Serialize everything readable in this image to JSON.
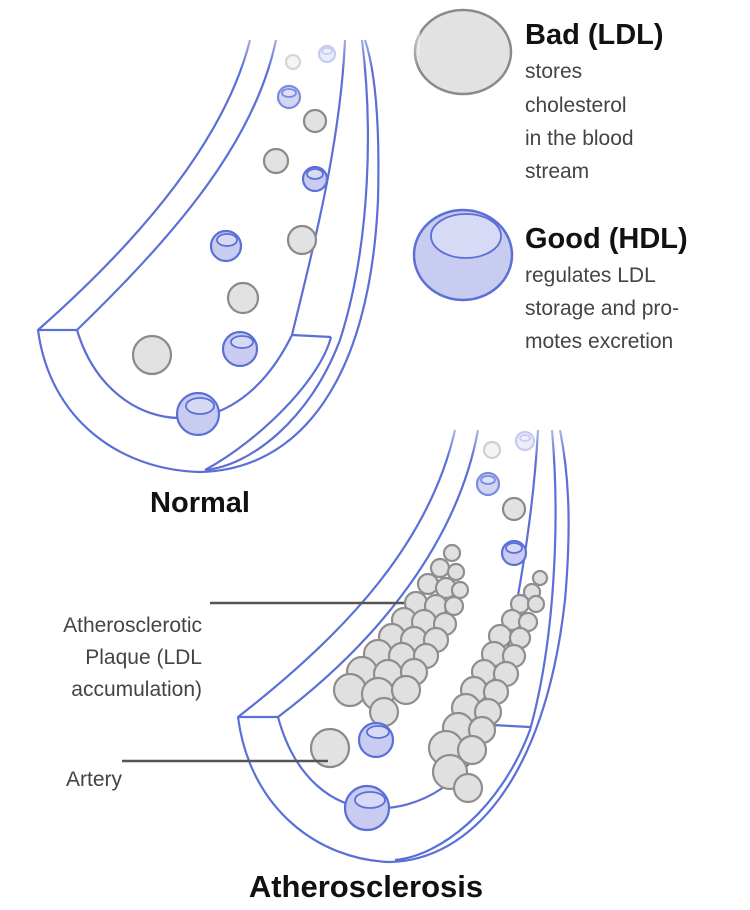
{
  "legend": {
    "ldl": {
      "icon": "ldl-particle-icon",
      "title": "Bad (LDL)",
      "description": [
        "stores",
        "cholesterol",
        "in the blood",
        "stream"
      ]
    },
    "hdl": {
      "icon": "hdl-particle-icon",
      "title": "Good (HDL)",
      "description": [
        "regulates LDL",
        "storage and pro-",
        "motes excretion"
      ]
    }
  },
  "panels": {
    "normal": {
      "caption": "Normal"
    },
    "atherosclerosis": {
      "caption": "Atherosclerosis",
      "callouts": {
        "plaque": [
          "Atherosclerotic",
          "Plaque (LDL",
          "accumulation)"
        ],
        "artery": "Artery"
      }
    }
  },
  "colors": {
    "artery_wall": "#5b6fd6",
    "hdl_fill": "#c7ccf0",
    "ldl_fill": "#e2e2e2",
    "ldl_stroke": "#8a8a8a"
  }
}
